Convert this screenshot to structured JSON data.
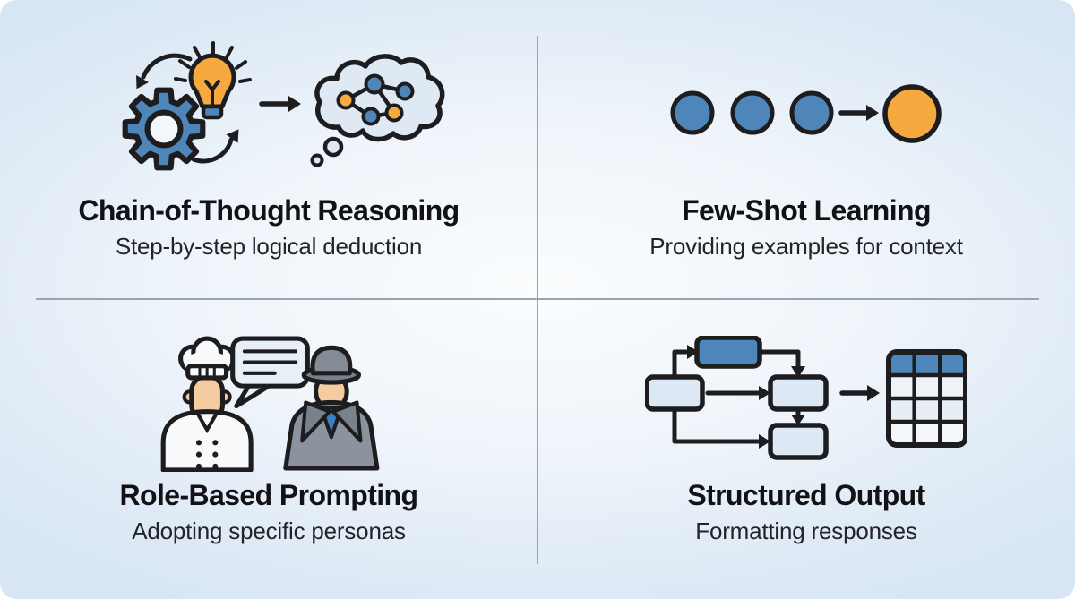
{
  "quadrants": [
    {
      "id": "chain-of-thought",
      "title": "Chain-of-Thought Reasoning",
      "subtitle": "Step-by-step logical deduction",
      "icon": "gear-lightbulb-to-thought-cloud"
    },
    {
      "id": "few-shot",
      "title": "Few-Shot Learning",
      "subtitle": "Providing examples for context",
      "icon": "three-example-dots-to-result-dot"
    },
    {
      "id": "role-based",
      "title": "Role-Based Prompting",
      "subtitle": "Adopting specific personas",
      "icon": "chef-and-detective-personas"
    },
    {
      "id": "structured-output",
      "title": "Structured Output",
      "subtitle": "Formatting responses",
      "icon": "flowchart-to-table"
    }
  ],
  "colors": {
    "background_edge": "#dde9f5",
    "background_center": "#fbfdfe",
    "divider": "#9aa4ae",
    "outline": "#1d1d20",
    "accent_blue": "#4f86ba",
    "accent_orange": "#f6a93f",
    "cloud_fill": "#dfe9f4",
    "light_box_fill": "#dce8f3",
    "skin": "#f5cba1",
    "detective_gray": "#8b939e",
    "shirt_blue": "#3e7ec4",
    "title_text": "#121216",
    "subtitle_text": "#232328"
  }
}
